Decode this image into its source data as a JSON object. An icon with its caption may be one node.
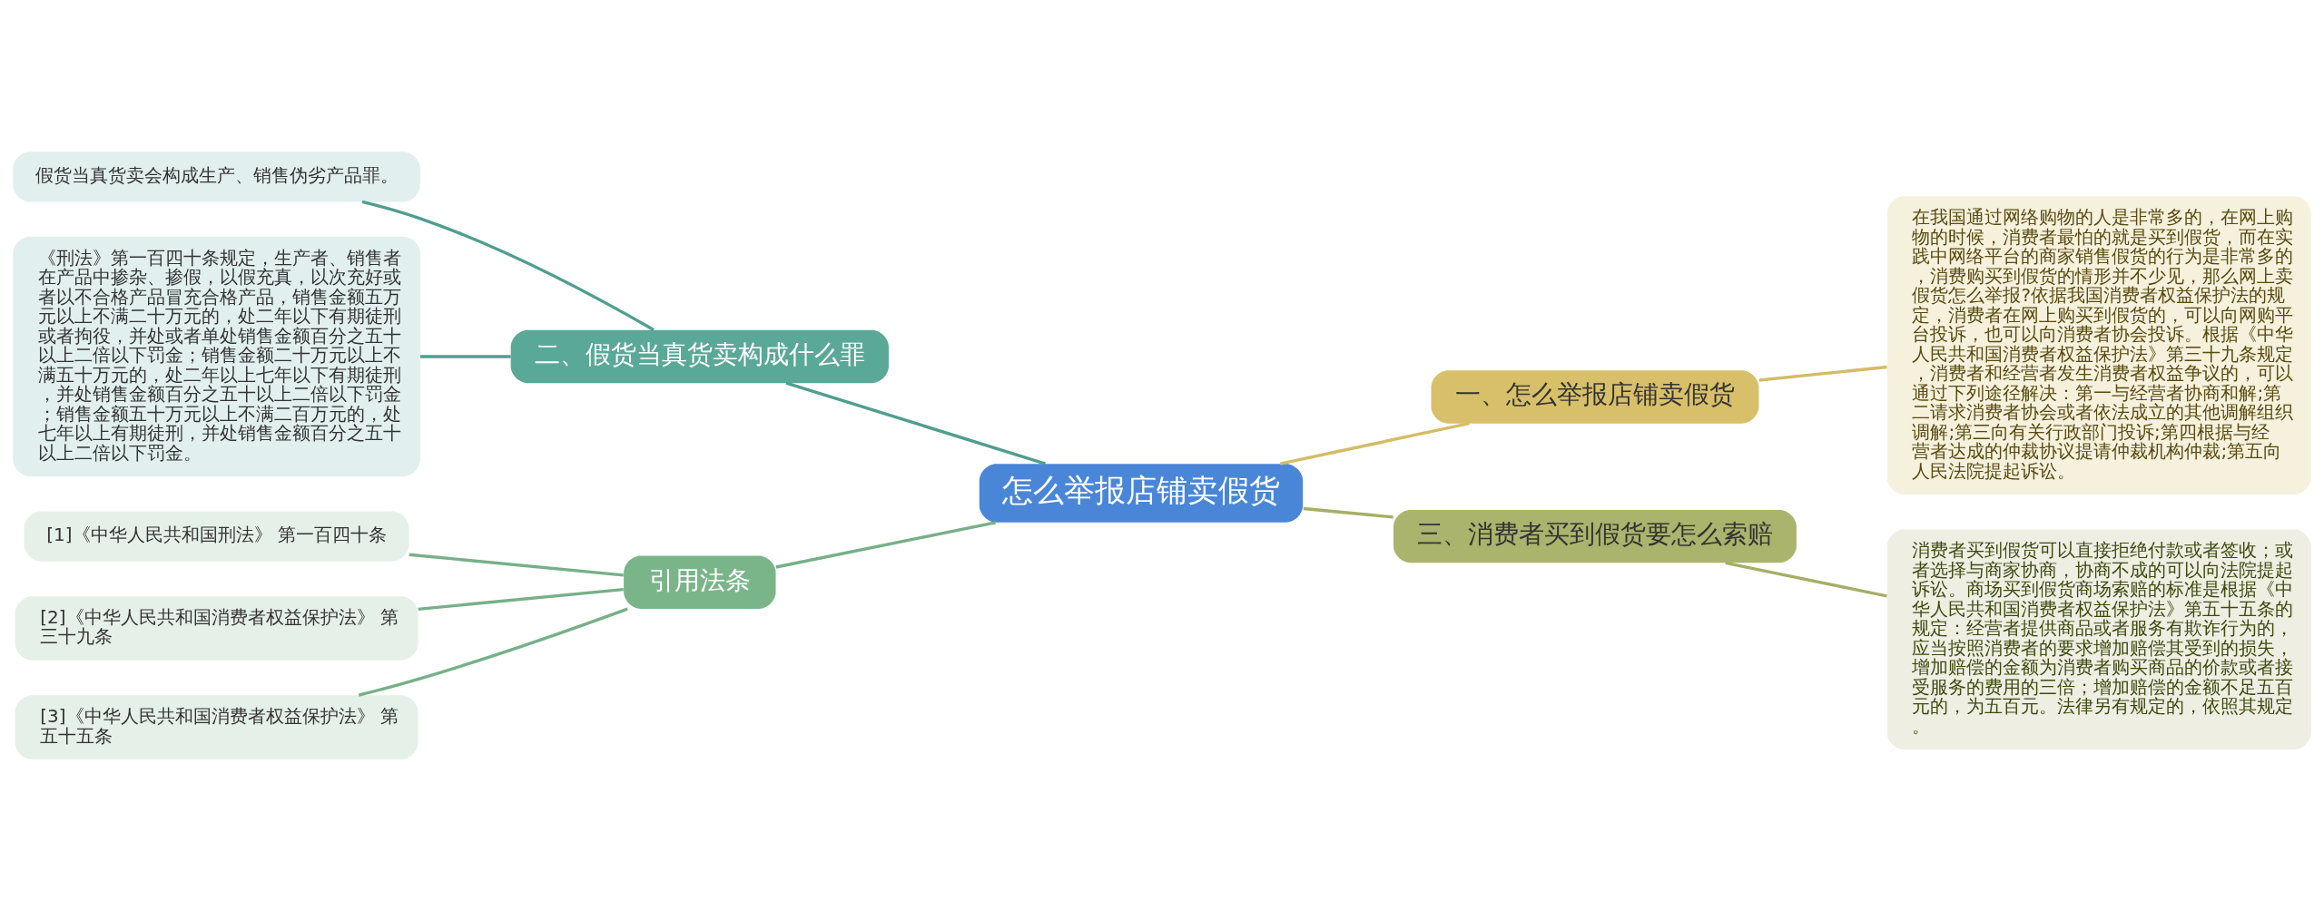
{
  "diagram": {
    "nodes": [
      {
        "text": [
          "怎么举报店铺卖假货"
        ]
      },
      {
        "text": [
          "一、怎么举报店铺卖假货"
        ]
      },
      {
        "text": [
          "在我国通过网络购物的人是非常多的，在网上购物的时候，消费者最怕的就是买到假货，而在实践中网络平台的商家销售假货的行为是非常多的，消费购买到假货的情形并不少见，那么网上卖假货怎么举报?依据我国消费者权益保护法的规定，消费者在网上购买到假货的，可以向网购平台投诉，也可以向消费者协会投诉。根据《中华人民共和国消费者权益保护法》第三十九条规定，消费者和经营者发生消费者权益争议的，可以通过下列途径解决：第一与经营者协商和解;第二请求消费者协会或者依法成立的其他调解组织调解;第三向有关行政部门投诉;第四根据与经营者达成的仲裁协议提请仲裁机构仲裁;第五向人民法院提起诉讼。"
        ]
      },
      {
        "text": [
          "三、消费者买到假货要怎么索赔"
        ]
      },
      {
        "text": [
          "消费者买到假货可以直接拒绝付款或者签收；或者选择与商家协商，协商不成的可以向法院提起诉讼。商场买到假货商场索赔的标准是根据《中华人民共和国消费者权益保护法》第五十五条的规定：经营者提供商品或者服务有欺诈行为的，应当按照消费者的要求增加赔偿其受到的损失，增加赔偿的金额为消费者购买商品的价款或者接受服务的费用的三倍；增加赔偿的金额不足五百元的，为五百元。法律另有规定的，依照其规定。"
        ]
      },
      {
        "text": [
          "二、假货当真货卖构成什么罪"
        ]
      },
      {
        "text": [
          "假货当真货卖会构成生产、销售伪劣产品罪。"
        ]
      },
      {
        "text": [
          "《刑法》第一百四十条规定，生产者、销售者在产品中掺杂、掺假，以假充真，以次充好或者以不合格产品冒充合格产品，销售金额五万元以上不满二十万元的，处二年以下有期徒刑或者拘役，并处或者单处销售金额百分之五十以上二倍以下罚金；销售金额二十万元以上不满五十万元的，处二年以上七年以下有期徒刑，并处销售金额百分之五十以上二倍以下罚金；销售金额五十万元以上不满二百万元的，处七年以上有期徒刑，并处销售金额百分之五十以上二倍以下罚金。"
        ]
      },
      {
        "text": [
          "引用法条"
        ]
      },
      {
        "text": [
          "[1]《中华人民共和国刑法》 第一百四十条"
        ]
      },
      {
        "text": [
          "[2]《中华人民共和国消费者权益保护法》 第三十九条"
        ]
      },
      {
        "text": [
          "[3]《中华人民共和国消费者权益保护法》 第五十五条"
        ]
      }
    ],
    "edges": [
      {
        "from": 0,
        "to": 1,
        "arrow": "none",
        "color": "#d4bc66"
      },
      {
        "from": 1,
        "to": 2,
        "arrow": "none",
        "color": "#d4bc66"
      },
      {
        "from": 0,
        "to": 3,
        "arrow": "none",
        "color": "#a6ae66"
      },
      {
        "from": 3,
        "to": 4,
        "arrow": "none",
        "color": "#a6ae66"
      },
      {
        "from": 0,
        "to": 5,
        "arrow": "none",
        "color": "#4f9e90"
      },
      {
        "from": 5,
        "to": 6,
        "arrow": "none",
        "color": "#4f9e90"
      },
      {
        "from": 5,
        "to": 7,
        "arrow": "none",
        "color": "#4f9e90"
      },
      {
        "from": 0,
        "to": 8,
        "arrow": "none",
        "color": "#76b088"
      },
      {
        "from": 8,
        "to": 9,
        "arrow": "none",
        "color": "#76b088"
      },
      {
        "from": 8,
        "to": 10,
        "arrow": "none",
        "color": "#76b088"
      },
      {
        "from": 8,
        "to": 11,
        "arrow": "none",
        "color": "#76b088"
      }
    ]
  }
}
